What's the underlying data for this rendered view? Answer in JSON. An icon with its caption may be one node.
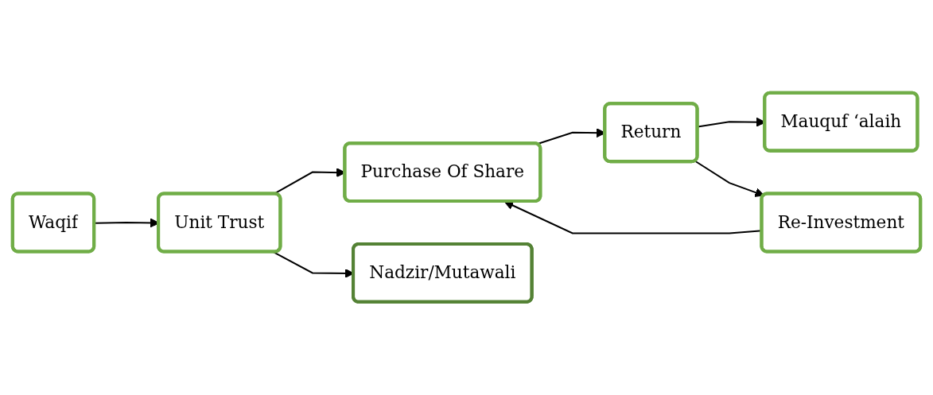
{
  "diagram": {
    "nodes": [
      {
        "text": [
          "Waqif"
        ]
      },
      {
        "text": [
          "Unit Trust"
        ]
      },
      {
        "text": [
          "Purchase Of Share"
        ]
      },
      {
        "text": [
          "Return"
        ]
      },
      {
        "text": [
          "Re-Investment"
        ]
      },
      {
        "text": [
          "Nadzir/Mutawali"
        ]
      },
      {
        "text": [
          "Mauquf ‘alaih"
        ]
      }
    ],
    "edges": [
      {
        "from": 0,
        "to": 1,
        "arrow": "to"
      },
      {
        "from": 1,
        "to": 2,
        "arrow": "to"
      },
      {
        "from": 2,
        "to": 3,
        "arrow": "to"
      },
      {
        "from": 1,
        "to": 5,
        "arrow": "to"
      },
      {
        "from": 4,
        "to": 2,
        "arrow": "to"
      },
      {
        "from": 3,
        "to": 6,
        "arrow": "to"
      },
      {
        "from": 3,
        "to": 4,
        "arrow": "to"
      }
    ]
  }
}
